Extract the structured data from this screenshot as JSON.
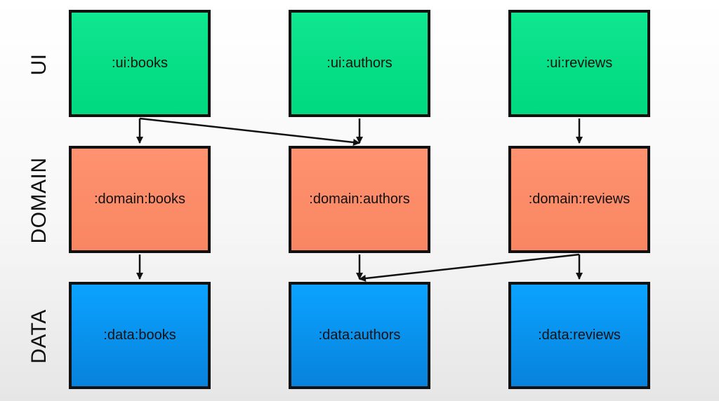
{
  "layers": [
    {
      "id": "ui",
      "label": "UI"
    },
    {
      "id": "domain",
      "label": "DOMAIN"
    },
    {
      "id": "data",
      "label": "DATA"
    }
  ],
  "modules": {
    "ui": [
      ":ui:books",
      ":ui:authors",
      ":ui:reviews"
    ],
    "domain": [
      ":domain:books",
      ":domain:authors",
      ":domain:reviews"
    ],
    "data": [
      ":data:books",
      ":data:authors",
      ":data:reviews"
    ]
  },
  "colors": {
    "ui": "#00D97F",
    "domain": "#F98662",
    "data": "#0A97F0",
    "border": "#111111",
    "arrow": "#111111"
  },
  "dependencies": [
    {
      "from": ":ui:books",
      "to": ":domain:books"
    },
    {
      "from": ":ui:books",
      "to": ":domain:authors"
    },
    {
      "from": ":ui:authors",
      "to": ":domain:authors"
    },
    {
      "from": ":ui:reviews",
      "to": ":domain:reviews"
    },
    {
      "from": ":domain:books",
      "to": ":data:books"
    },
    {
      "from": ":domain:authors",
      "to": ":data:authors"
    },
    {
      "from": ":domain:reviews",
      "to": ":data:authors"
    },
    {
      "from": ":domain:reviews",
      "to": ":data:reviews"
    }
  ]
}
